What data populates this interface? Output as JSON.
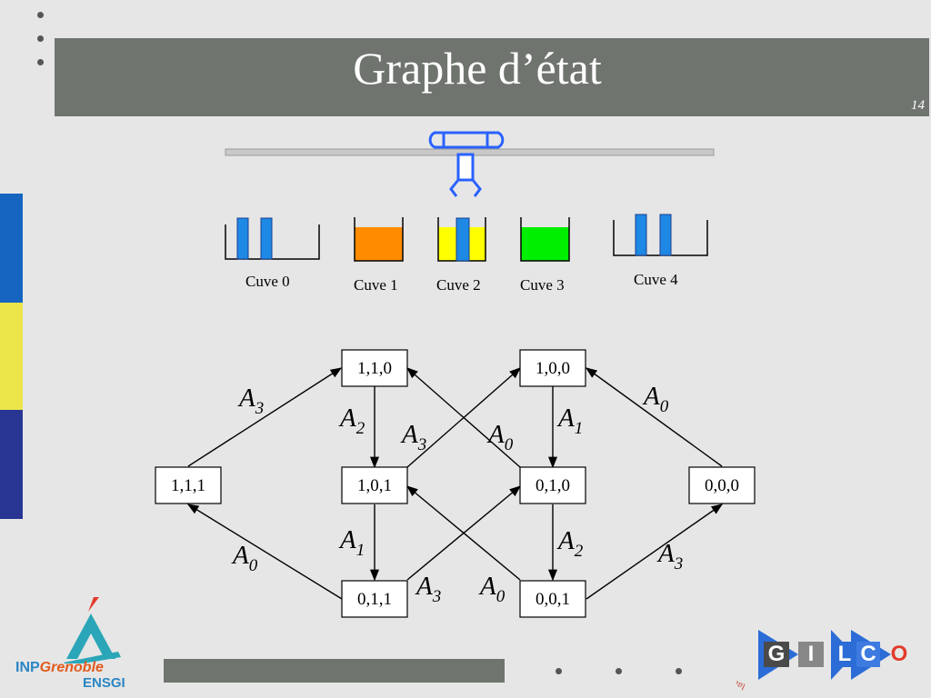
{
  "slide": {
    "title": "Graphe d’état",
    "page_number": "14"
  },
  "cuves": [
    {
      "label": "Cuve 0"
    },
    {
      "label": "Cuve 1"
    },
    {
      "label": "Cuve 2"
    },
    {
      "label": "Cuve 3"
    },
    {
      "label": "Cuve 4"
    }
  ],
  "graph": {
    "nodes": [
      "1,1,0",
      "1,0,0",
      "1,1,1",
      "1,0,1",
      "0,1,0",
      "0,0,0",
      "0,1,1",
      "0,0,1"
    ],
    "edges": [
      {
        "base": "A",
        "sub": "3"
      },
      {
        "base": "A",
        "sub": "2"
      },
      {
        "base": "A",
        "sub": "3"
      },
      {
        "base": "A",
        "sub": "0"
      },
      {
        "base": "A",
        "sub": "1"
      },
      {
        "base": "A",
        "sub": "0"
      },
      {
        "base": "A",
        "sub": "0"
      },
      {
        "base": "A",
        "sub": "1"
      },
      {
        "base": "A",
        "sub": "3"
      },
      {
        "base": "A",
        "sub": "0"
      },
      {
        "base": "A",
        "sub": "2"
      },
      {
        "base": "A",
        "sub": "3"
      }
    ]
  },
  "logos": {
    "inp_line1": "INP",
    "inp_line2": "Grenoble",
    "inp_line3": "ENSGI",
    "gilco_letters": [
      "G",
      "I",
      "L",
      "C",
      "O"
    ],
    "gilco_arc": "laboratoire"
  },
  "colors": {
    "title_bar": "#6f746f",
    "stripe_blue": "#1565c0",
    "stripe_yellow": "#ece54a",
    "stripe_navy": "#283593",
    "bar_blue": "#1e88e5",
    "cuve1_fill": "#ff8c00",
    "cuve2_fill": "#ffff00",
    "cuve3_fill": "#00ee00"
  }
}
